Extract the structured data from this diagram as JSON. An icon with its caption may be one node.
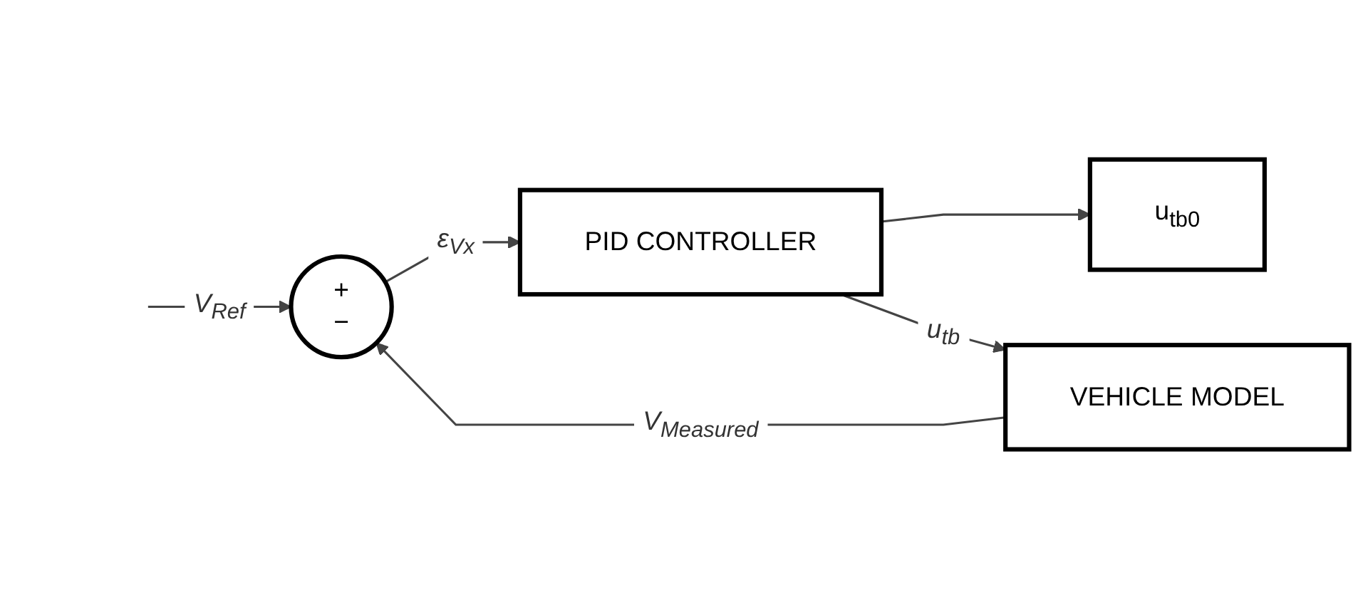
{
  "diagram": {
    "nodes": [
      {
        "text": [
          "+",
          "−"
        ]
      },
      {
        "text": [
          "PID CONTROLLER"
        ]
      },
      {
        "text": [
          "u$_{tb0}$"
        ]
      },
      {
        "text": [
          "VEHICLE MODEL"
        ]
      }
    ],
    "edges": [
      {
        "from": null,
        "to": 0,
        "arrow": "to",
        "label": "V$_{Ref}$"
      },
      {
        "from": 0,
        "to": 1,
        "arrow": "to",
        "label": "ε$_{Vx}$"
      },
      {
        "from": 1,
        "to": 2,
        "arrow": "to"
      },
      {
        "from": 1,
        "to": 3,
        "arrow": "to",
        "label": "u$_{tb}$"
      },
      {
        "from": 3,
        "to": 0,
        "arrow": "to",
        "label": "V$_{Measured}$"
      }
    ]
  }
}
